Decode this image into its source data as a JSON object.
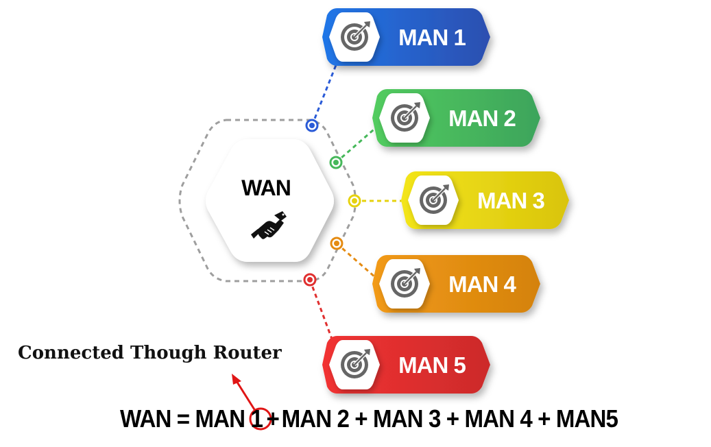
{
  "center": {
    "title": "WAN",
    "icon": "handshake-icon"
  },
  "nodes": [
    {
      "label": "MAN 1",
      "icon": "target-icon",
      "color": "#2a5bd7",
      "color_light": "#1f76e8",
      "color_dark": "#2d4fb0"
    },
    {
      "label": "MAN 2",
      "icon": "target-icon",
      "color": "#46b85a",
      "color_light": "#52cc5e",
      "color_dark": "#3da45c"
    },
    {
      "label": "MAN 3",
      "icon": "target-icon",
      "color": "#e6d20f",
      "color_light": "#f3e51a",
      "color_dark": "#d9c40c"
    },
    {
      "label": "MAN 4",
      "icon": "target-icon",
      "color": "#e58b12",
      "color_light": "#f29a14",
      "color_dark": "#d4820f"
    },
    {
      "label": "MAN 5",
      "icon": "target-icon",
      "color": "#e02f2f",
      "color_light": "#f23232",
      "color_dark": "#cc2b2b"
    }
  ],
  "annotation": {
    "text": "Connected Though Router",
    "arrow_color": "#e01515"
  },
  "formula": {
    "left": "WAN = MAN 1",
    "highlighted_operator": "+",
    "right": "MAN 2 + MAN 3 + MAN 4 + MAN5"
  }
}
